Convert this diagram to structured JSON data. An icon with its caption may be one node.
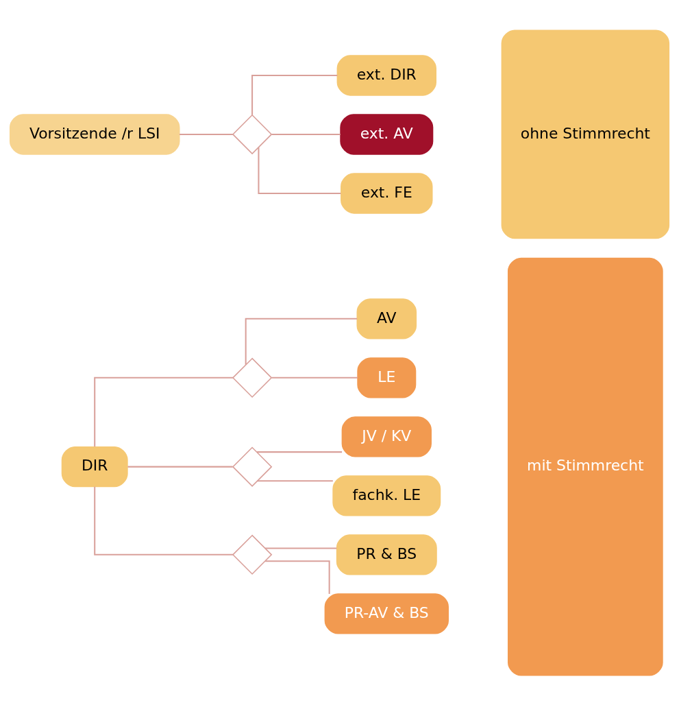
{
  "diagram": {
    "nodes": [
      {
        "text": [
          "Vorsitzende /r LSI"
        ]
      },
      {
        "text": [],
        "shape": "diamond"
      },
      {
        "text": [
          "ext. DIR"
        ]
      },
      {
        "text": [
          "ext. AV"
        ]
      },
      {
        "text": [
          "ext. FE"
        ]
      },
      {
        "text": [
          "DIR"
        ]
      },
      {
        "text": [],
        "shape": "diamond"
      },
      {
        "text": [
          "AV"
        ]
      },
      {
        "text": [
          "LE"
        ]
      },
      {
        "text": [],
        "shape": "diamond"
      },
      {
        "text": [
          "JV / KV"
        ]
      },
      {
        "text": [
          "fachk. LE"
        ]
      },
      {
        "text": [],
        "shape": "diamond"
      },
      {
        "text": [
          "PR & BS"
        ]
      },
      {
        "text": [
          "PR-AV & BS"
        ]
      },
      {
        "text": [
          "ohne Stimmrecht"
        ]
      },
      {
        "text": [
          "mit Stimmrecht"
        ]
      }
    ],
    "edges": [
      {
        "from": 0,
        "to": 1,
        "arrow": "none"
      },
      {
        "from": 1,
        "to": 2,
        "arrow": "none"
      },
      {
        "from": 1,
        "to": 3,
        "arrow": "none"
      },
      {
        "from": 1,
        "to": 4,
        "arrow": "none"
      },
      {
        "from": 5,
        "to": 6,
        "arrow": "none"
      },
      {
        "from": 6,
        "to": 7,
        "arrow": "none"
      },
      {
        "from": 6,
        "to": 8,
        "arrow": "none"
      },
      {
        "from": 5,
        "to": 9,
        "arrow": "none"
      },
      {
        "from": 9,
        "to": 10,
        "arrow": "none"
      },
      {
        "from": 9,
        "to": 11,
        "arrow": "none"
      },
      {
        "from": 5,
        "to": 12,
        "arrow": "none"
      },
      {
        "from": 12,
        "to": 13,
        "arrow": "none"
      },
      {
        "from": 12,
        "to": 14,
        "arrow": "none"
      }
    ]
  }
}
